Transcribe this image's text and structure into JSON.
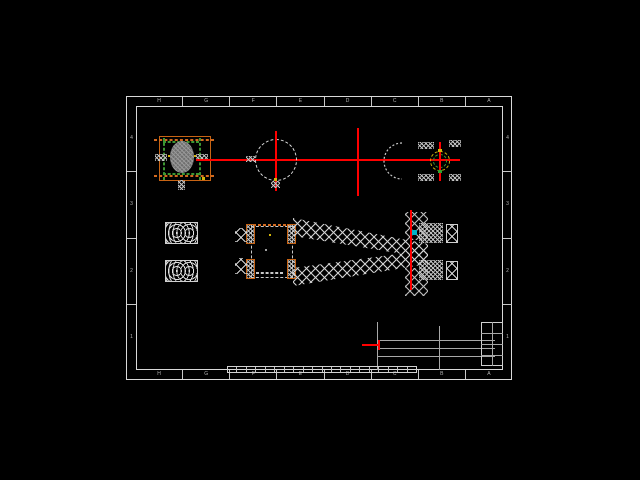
{
  "app": {
    "name": "cad-drawing-viewer",
    "background_color": "#000000"
  },
  "sheet": {
    "frame_color": "#d8d8d8",
    "title": "",
    "zones_top": [
      "H",
      "G",
      "F",
      "E",
      "D",
      "C",
      "B",
      "A"
    ],
    "zones_bottom": [
      "H",
      "G",
      "F",
      "E",
      "D",
      "C",
      "B",
      "A"
    ],
    "zones_left": [
      "4",
      "3",
      "2",
      "1"
    ],
    "zones_right": [
      "4",
      "3",
      "2",
      "1"
    ]
  },
  "colors": {
    "centerline": "#ff0000",
    "geometry": "#d0d0d0",
    "hidden": "#c8c8c8",
    "dimension_orange": "#c86414",
    "dimension_green": "#32a032",
    "dimension_yellow": "#d2b40a",
    "dimension_cyan": "#00b4c8",
    "hatch": "#cccccc"
  },
  "views": {
    "front_view": {
      "name": "front-section-view",
      "label": "",
      "has_centerline": true
    },
    "circle_view": {
      "name": "circular-view",
      "label": "",
      "diameter_note": ""
    },
    "arc_view": {
      "name": "arc-detail-view",
      "label": ""
    },
    "detail_circle": {
      "name": "dimensioned-circle-detail",
      "label": ""
    },
    "block_upper": {
      "name": "hatched-block-upper",
      "label": ""
    },
    "block_lower": {
      "name": "hatched-block-lower",
      "label": ""
    },
    "section_view": {
      "name": "cross-section-hourglass-view",
      "label": ""
    },
    "right_detail_upper": {
      "name": "right-detail-upper",
      "label": ""
    },
    "right_detail_lower": {
      "name": "right-detail-lower",
      "label": ""
    }
  },
  "title_block": {
    "name": "title-block",
    "rows": [
      "",
      "",
      "",
      ""
    ],
    "dimension_text": ""
  },
  "scale_bar": {
    "name": "scale-ruler",
    "segments": 20
  }
}
